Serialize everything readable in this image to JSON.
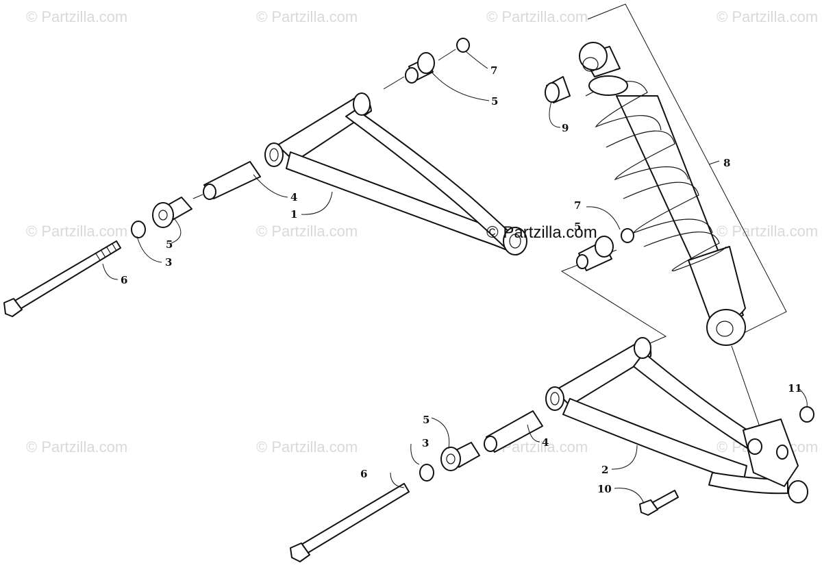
{
  "watermarks": {
    "corner_text": "© Partzilla.com",
    "center_text": "© Partzilla.com"
  },
  "callouts": {
    "c1": "1",
    "c2": "2",
    "c3a": "3",
    "c3b": "3",
    "c4a": "4",
    "c4b": "4",
    "c5a": "5",
    "c5b": "5",
    "c5c": "5",
    "c5d": "5",
    "c6a": "6",
    "c6b": "6",
    "c7a": "7",
    "c7b": "7",
    "c8": "8",
    "c9": "9",
    "c10": "10",
    "c11": "11"
  },
  "colors": {
    "line": "#111111",
    "watermark": "#d9d9d9"
  }
}
